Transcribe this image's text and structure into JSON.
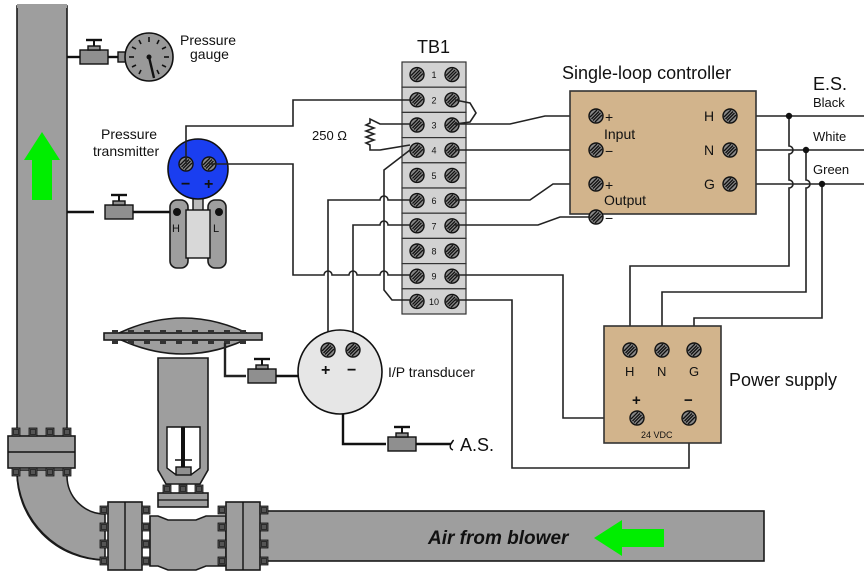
{
  "colors": {
    "pipe": "#9e9e9e",
    "flow_arrow": "#00ee00",
    "controller_box": "#d2b48c",
    "power_supply_box": "#d2b48c",
    "transmitter_head": "#1a3ef0",
    "terminal_block": "#d2d2d2",
    "transducer": "#e6e6e6"
  },
  "labels": {
    "pressure_gauge": [
      "Pressure",
      "gauge"
    ],
    "pressure_transmitter": [
      "Pressure",
      "transmitter"
    ],
    "transmitter_h": "H",
    "transmitter_l": "L",
    "transmitter_minus": "−",
    "transmitter_plus": "+",
    "resistor": "250 Ω",
    "terminal_block": "TB1",
    "controller_title": "Single-loop controller",
    "controller_input": "Input",
    "controller_output": "Output",
    "controller_plus": "+",
    "controller_minus": "−",
    "controller_h": "H",
    "controller_n": "N",
    "controller_g": "G",
    "es": "E.S.",
    "es_black": "Black",
    "es_white": "White",
    "es_green": "Green",
    "power_supply": "Power supply",
    "ps_h": "H",
    "ps_n": "N",
    "ps_g": "G",
    "ps_plus": "+",
    "ps_minus": "−",
    "ps_voltage": "24 VDC",
    "ip_transducer": "I/P transducer",
    "ip_plus": "+",
    "ip_minus": "−",
    "air_supply": "A.S.",
    "air_from_blower": "Air from blower"
  },
  "terminal_block": {
    "terminals": [
      "1",
      "2",
      "3",
      "4",
      "5",
      "6",
      "7",
      "8",
      "9",
      "10"
    ]
  }
}
